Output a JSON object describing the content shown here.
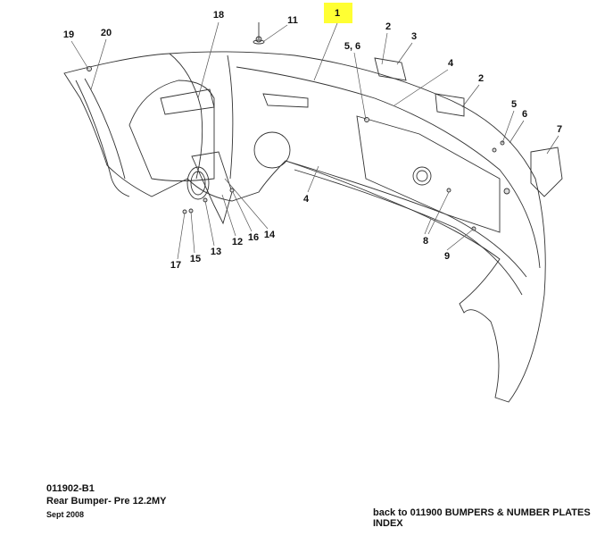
{
  "diagram": {
    "highlight_color": "#ffff33",
    "callouts": [
      "1",
      "18",
      "11",
      "19",
      "20",
      "2",
      "3",
      "5, 6",
      "4",
      "2",
      "5",
      "6",
      "7",
      "4",
      "12",
      "16",
      "14",
      "13",
      "15",
      "17",
      "8",
      "9"
    ]
  },
  "footer": {
    "part_code": "011902-B1",
    "title": "Rear Bumper- Pre 12.2MY",
    "date": "Sept 2008",
    "back_link": "back to 011900 BUMPERS & NUMBER PLATES INDEX"
  }
}
